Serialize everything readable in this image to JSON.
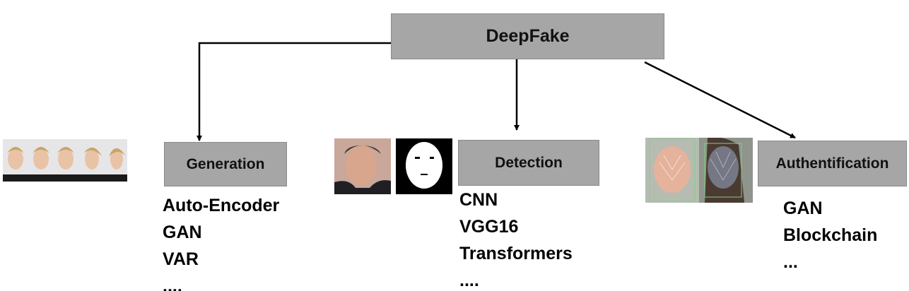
{
  "root": {
    "label": "DeepFake"
  },
  "branches": [
    {
      "label": "Generation",
      "items": [
        "Auto-Encoder",
        "GAN",
        "VAR",
        "...."
      ]
    },
    {
      "label": "Detection",
      "items": [
        "CNN",
        "VGG16",
        "Transformers",
        "...."
      ]
    },
    {
      "label": "Authentification",
      "items": [
        "GAN",
        "Blockchain",
        "..."
      ]
    }
  ],
  "colors": {
    "box_fill": "#a6a6a6",
    "box_border": "#8a8a8a",
    "line": "#000000"
  }
}
